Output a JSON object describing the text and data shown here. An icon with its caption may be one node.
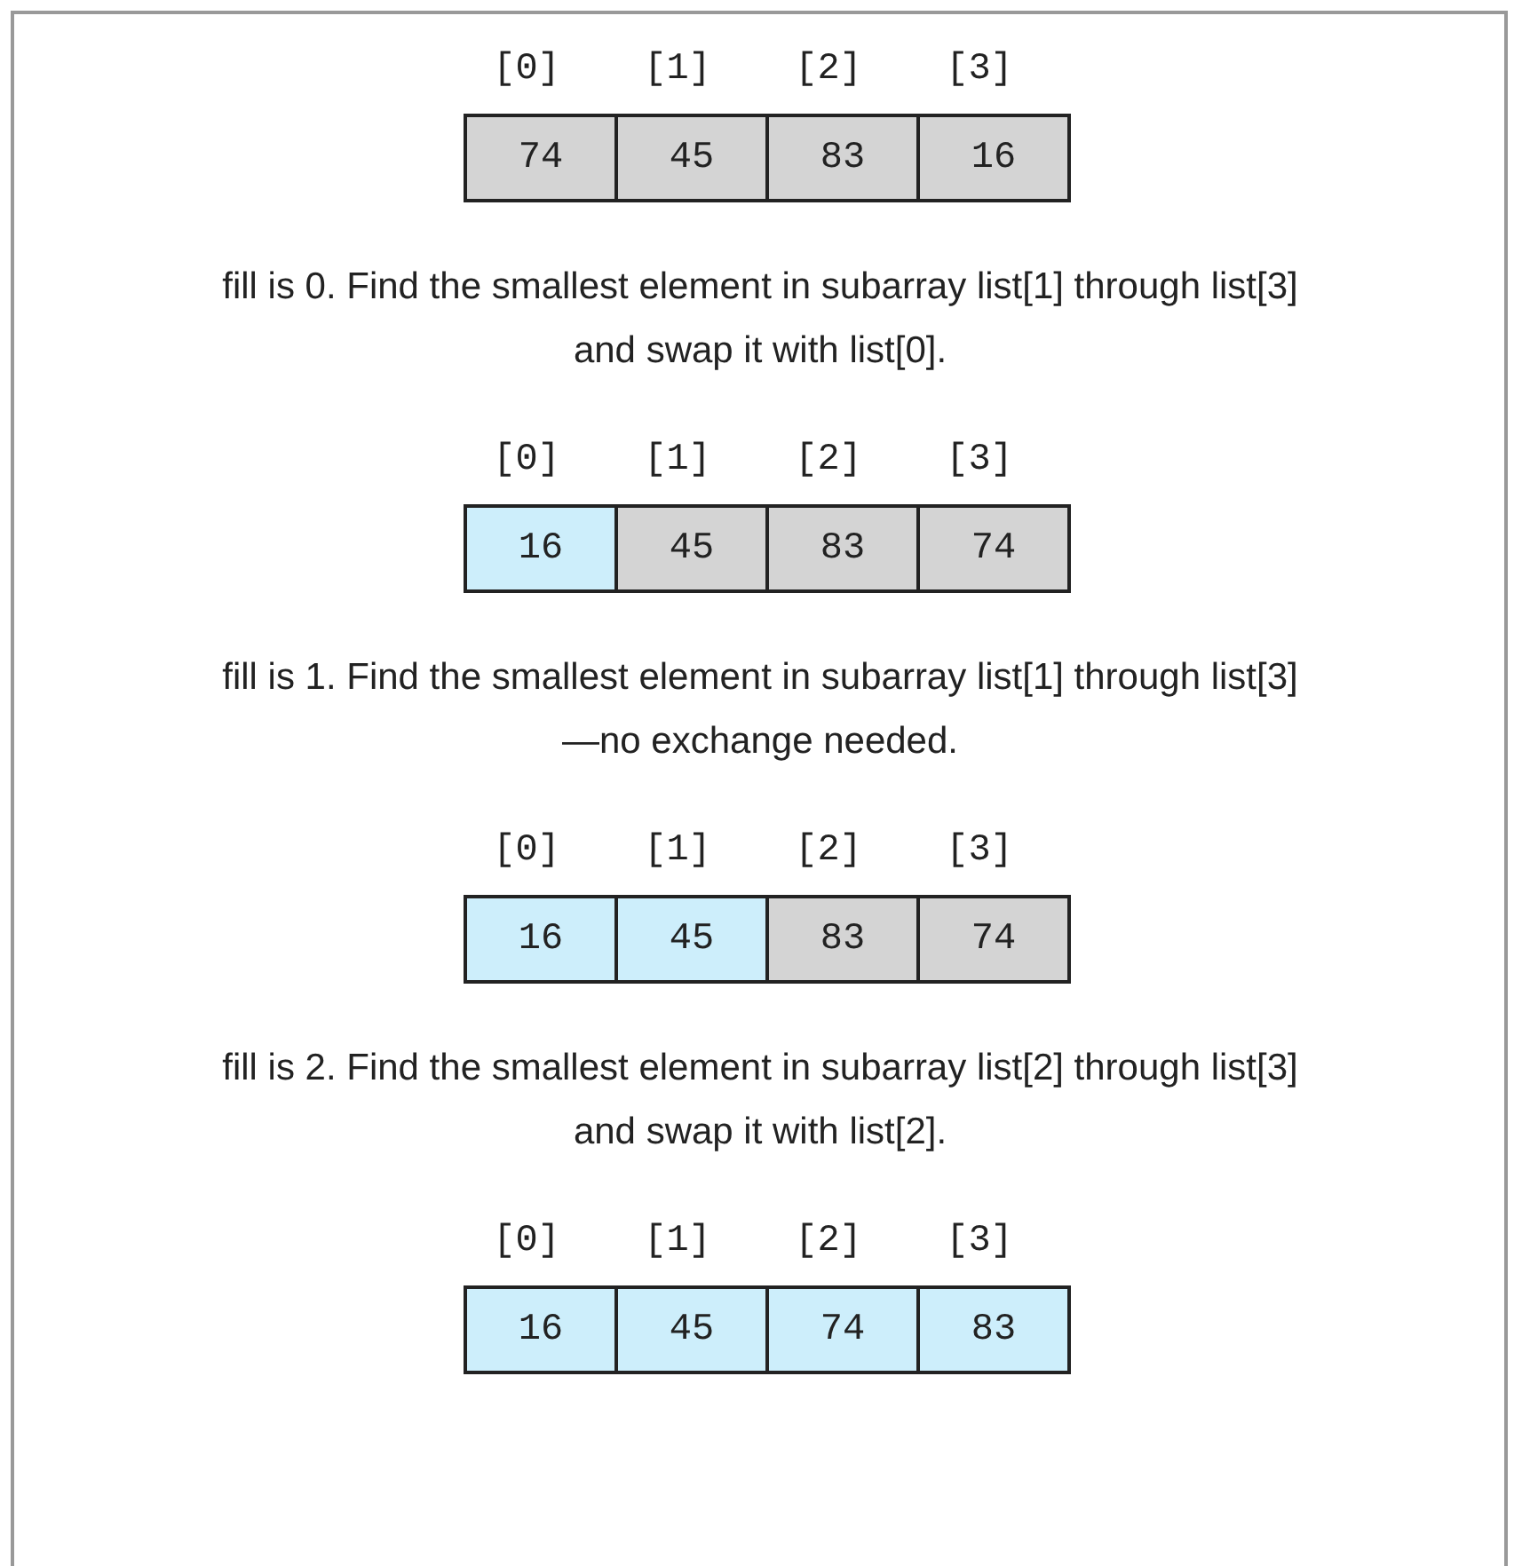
{
  "diagram": {
    "nodes": [
      {
        "text": [
          "74"
        ]
      },
      {
        "text": [
          "45"
        ]
      },
      {
        "text": [
          "83"
        ]
      },
      {
        "text": [
          "16"
        ]
      },
      {
        "text": [
          "16"
        ]
      },
      {
        "text": [
          "45"
        ]
      },
      {
        "text": [
          "83"
        ]
      },
      {
        "text": [
          "74"
        ]
      },
      {
        "text": [
          "16"
        ]
      },
      {
        "text": [
          "45"
        ]
      },
      {
        "text": [
          "83"
        ]
      },
      {
        "text": [
          "74"
        ]
      },
      {
        "text": [
          "16"
        ]
      },
      {
        "text": [
          "45"
        ]
      },
      {
        "text": [
          "74"
        ]
      },
      {
        "text": [
          "83"
        ]
      }
    ],
    "labels": [
      "[0]",
      "[1]",
      "[2]",
      "[3]",
      "fill is 0. Find the smallest element in subarray list[1] through list[3] and swap it with list[0].",
      "[0]",
      "[1]",
      "[2]",
      "[3]",
      "fill is 1. Find the smallest element in subarray list[1] through list[3]—no exchange needed.",
      "[0]",
      "[1]",
      "[2]",
      "[3]",
      "fill is 2. Find the smallest element in subarray list[2] through list[3] and swap it with list[2].",
      "[0]",
      "[1]",
      "[2]",
      "[3]"
    ]
  }
}
